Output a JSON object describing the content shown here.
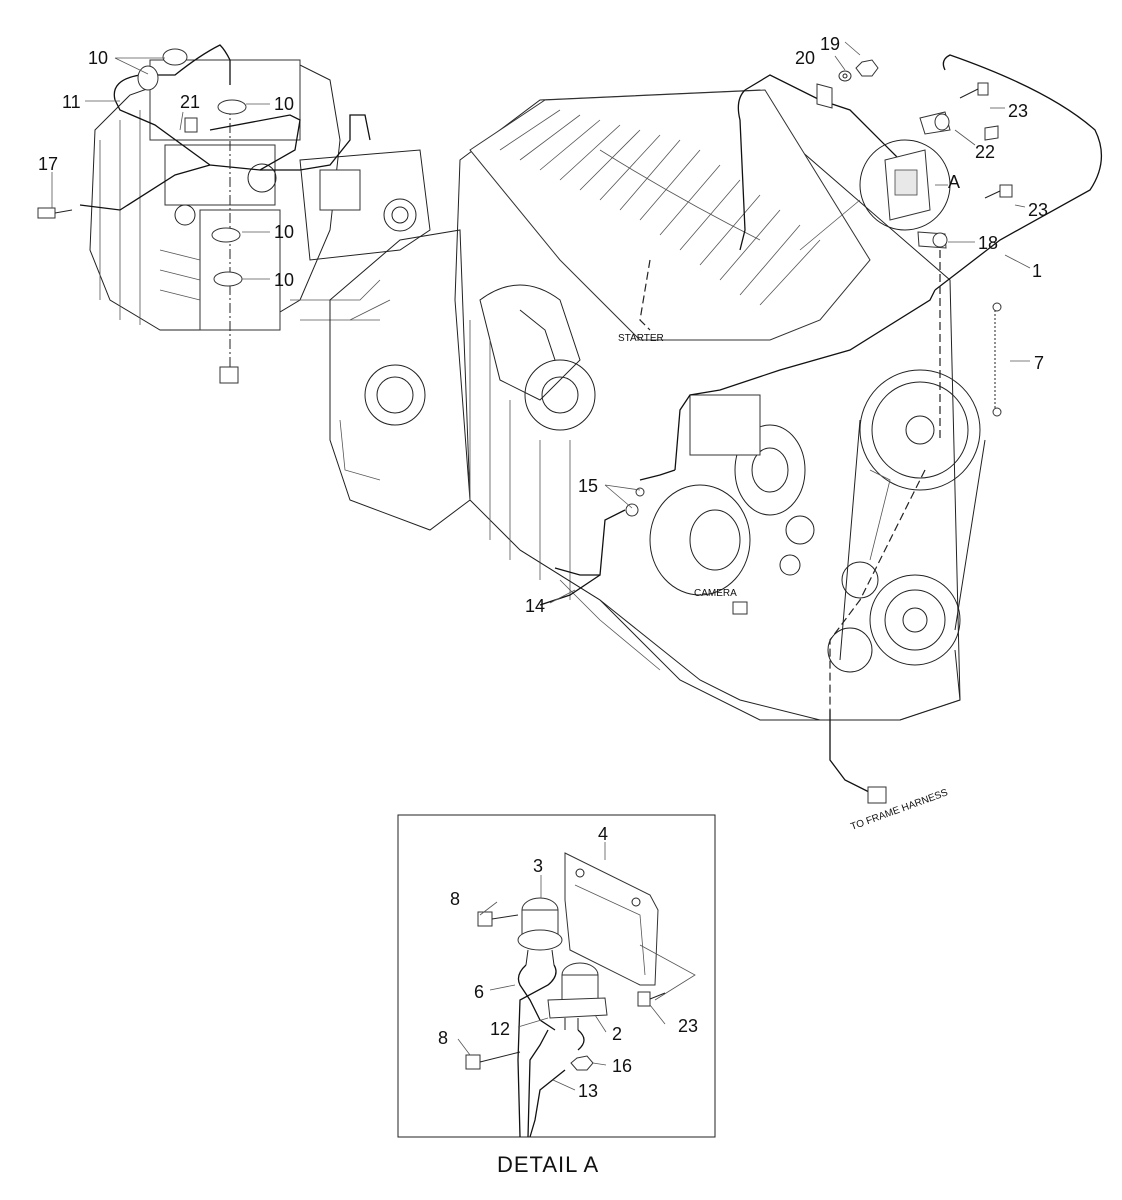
{
  "callouts": {
    "c1": "1",
    "c2": "2",
    "c3": "3",
    "c4": "4",
    "c6": "6",
    "c7": "7",
    "c8a": "8",
    "c8b": "8",
    "c10a": "10",
    "c10b": "10",
    "c10c": "10",
    "c10d": "10",
    "c11": "11",
    "c12": "12",
    "c13": "13",
    "c14": "14",
    "c15": "15",
    "c16": "16",
    "c17": "17",
    "c18": "18",
    "c19": "19",
    "c20": "20",
    "c21": "21",
    "c22": "22",
    "c23a": "23",
    "c23b": "23",
    "c23c": "23",
    "cA": "A"
  },
  "notes": {
    "starter": "STARTER",
    "camera": "CAMERA",
    "frame_harness": "TO FRAME HARNESS"
  },
  "detail": {
    "title": "DETAIL  A"
  },
  "icons": {
    "connector": "connector-icon",
    "bolt": "bolt-icon",
    "clamp": "clamp-icon"
  }
}
